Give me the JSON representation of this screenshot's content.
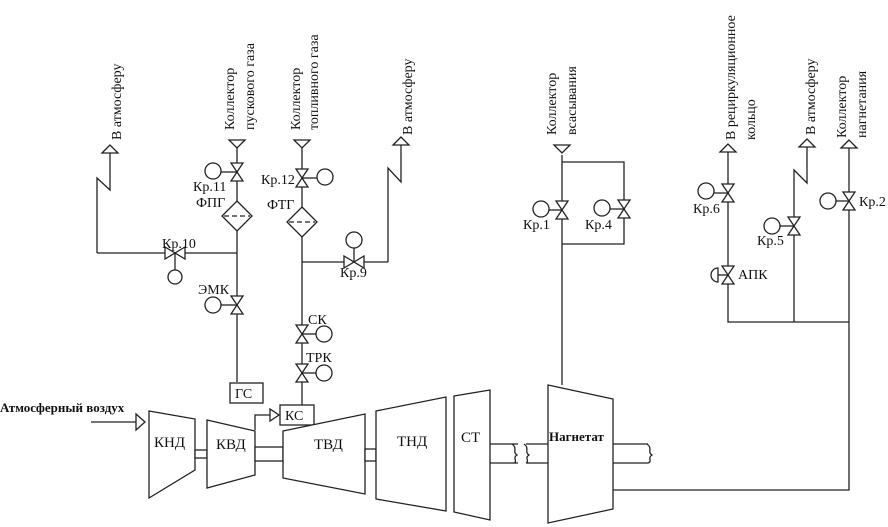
{
  "diagram": {
    "title": "Схема газоперекачивающего агрегата",
    "units": {
      "knd": "КНД",
      "kvd": "КВД",
      "tvd": "ТВД",
      "tnd": "ТНД",
      "st": "СТ",
      "nagnetatel": "Нагнетат",
      "ks": "КС",
      "gs": "ГС",
      "fpg": "ФПГ",
      "ftg": "ФТГ"
    },
    "valves": {
      "kr1": "Кр.1",
      "kr2": "Кр.2",
      "kr4": "Кр.4",
      "kr5": "Кр.5",
      "kr6": "Кр.6",
      "kr9": "Кр.9",
      "kr10": "Кр.10",
      "kr11": "Кр.11",
      "kr12": "Кр.12",
      "emk": "ЭМК",
      "sk": "СК",
      "trk": "ТРК",
      "apk": "АПК"
    },
    "labels": {
      "atm_air": "Атмосферный воздух",
      "to_atm_1": "В атмосферу",
      "to_atm_2": "В атмосферу",
      "to_atm_3": "В атмосферу",
      "start_gas_1": "Коллектор",
      "start_gas_2": "пускового газа",
      "fuel_gas_1": "Коллектор",
      "fuel_gas_2": "топливного газа",
      "suction_1": "Коллектор",
      "suction_2": "всасывания",
      "recirc_1": "В рециркуляционное",
      "recirc_2": "кольцо",
      "discharge_1": "Коллектор",
      "discharge_2": "нагнетания"
    }
  }
}
